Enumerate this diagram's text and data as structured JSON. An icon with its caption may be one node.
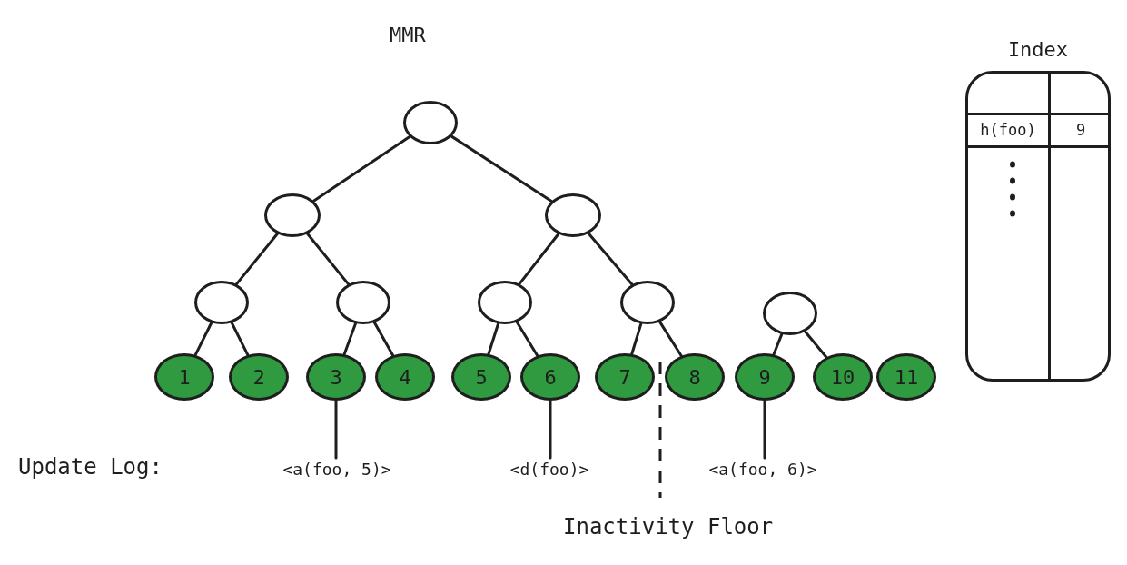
{
  "diagram": {
    "title": "MMR",
    "nodes": [
      {
        "text": [],
        "shape": "circle"
      },
      {
        "text": [],
        "shape": "circle"
      },
      {
        "text": [],
        "shape": "circle"
      },
      {
        "text": [],
        "shape": "circle"
      },
      {
        "text": [],
        "shape": "circle"
      },
      {
        "text": [],
        "shape": "circle"
      },
      {
        "text": [],
        "shape": "circle"
      },
      {
        "text": [],
        "shape": "circle"
      },
      {
        "text": [
          "1"
        ]
      },
      {
        "text": [
          "2"
        ]
      },
      {
        "text": [
          "3"
        ]
      },
      {
        "text": [
          "4"
        ]
      },
      {
        "text": [
          "5"
        ]
      },
      {
        "text": [
          "6"
        ]
      },
      {
        "text": [
          "7"
        ]
      },
      {
        "text": [
          "8"
        ]
      },
      {
        "text": [
          "9"
        ]
      },
      {
        "text": [
          "10"
        ]
      },
      {
        "text": [
          "11"
        ]
      },
      {
        "text": [
          "<a(foo, 5)>"
        ]
      },
      {
        "text": [
          "<d(foo)>"
        ]
      },
      {
        "text": [
          "<a(foo, 6)>"
        ]
      },
      {
        "text": [
          "Index",
          "h(foo)",
          "9"
        ]
      }
    ],
    "edges": [
      {
        "from": 0,
        "to": 1,
        "arrow": "none"
      },
      {
        "from": 0,
        "to": 2,
        "arrow": "none"
      },
      {
        "from": 1,
        "to": 3,
        "arrow": "none"
      },
      {
        "from": 1,
        "to": 4,
        "arrow": "none"
      },
      {
        "from": 2,
        "to": 5,
        "arrow": "none"
      },
      {
        "from": 2,
        "to": 6,
        "arrow": "none"
      },
      {
        "from": 3,
        "to": 8,
        "arrow": "none"
      },
      {
        "from": 3,
        "to": 9,
        "arrow": "none"
      },
      {
        "from": 4,
        "to": 10,
        "arrow": "none"
      },
      {
        "from": 4,
        "to": 11,
        "arrow": "none"
      },
      {
        "from": 5,
        "to": 12,
        "arrow": "none"
      },
      {
        "from": 5,
        "to": 13,
        "arrow": "none"
      },
      {
        "from": 6,
        "to": 14,
        "arrow": "none"
      },
      {
        "from": 6,
        "to": 15,
        "arrow": "none"
      },
      {
        "from": 7,
        "to": 16,
        "arrow": "none"
      },
      {
        "from": 7,
        "to": 17,
        "arrow": "none"
      },
      {
        "from": 10,
        "to": 19,
        "arrow": "none"
      },
      {
        "from": 13,
        "to": 20,
        "arrow": "none"
      },
      {
        "from": 16,
        "to": 21,
        "arrow": "none"
      }
    ],
    "labels": [
      "Update Log:",
      "Inactivity Floor"
    ]
  }
}
